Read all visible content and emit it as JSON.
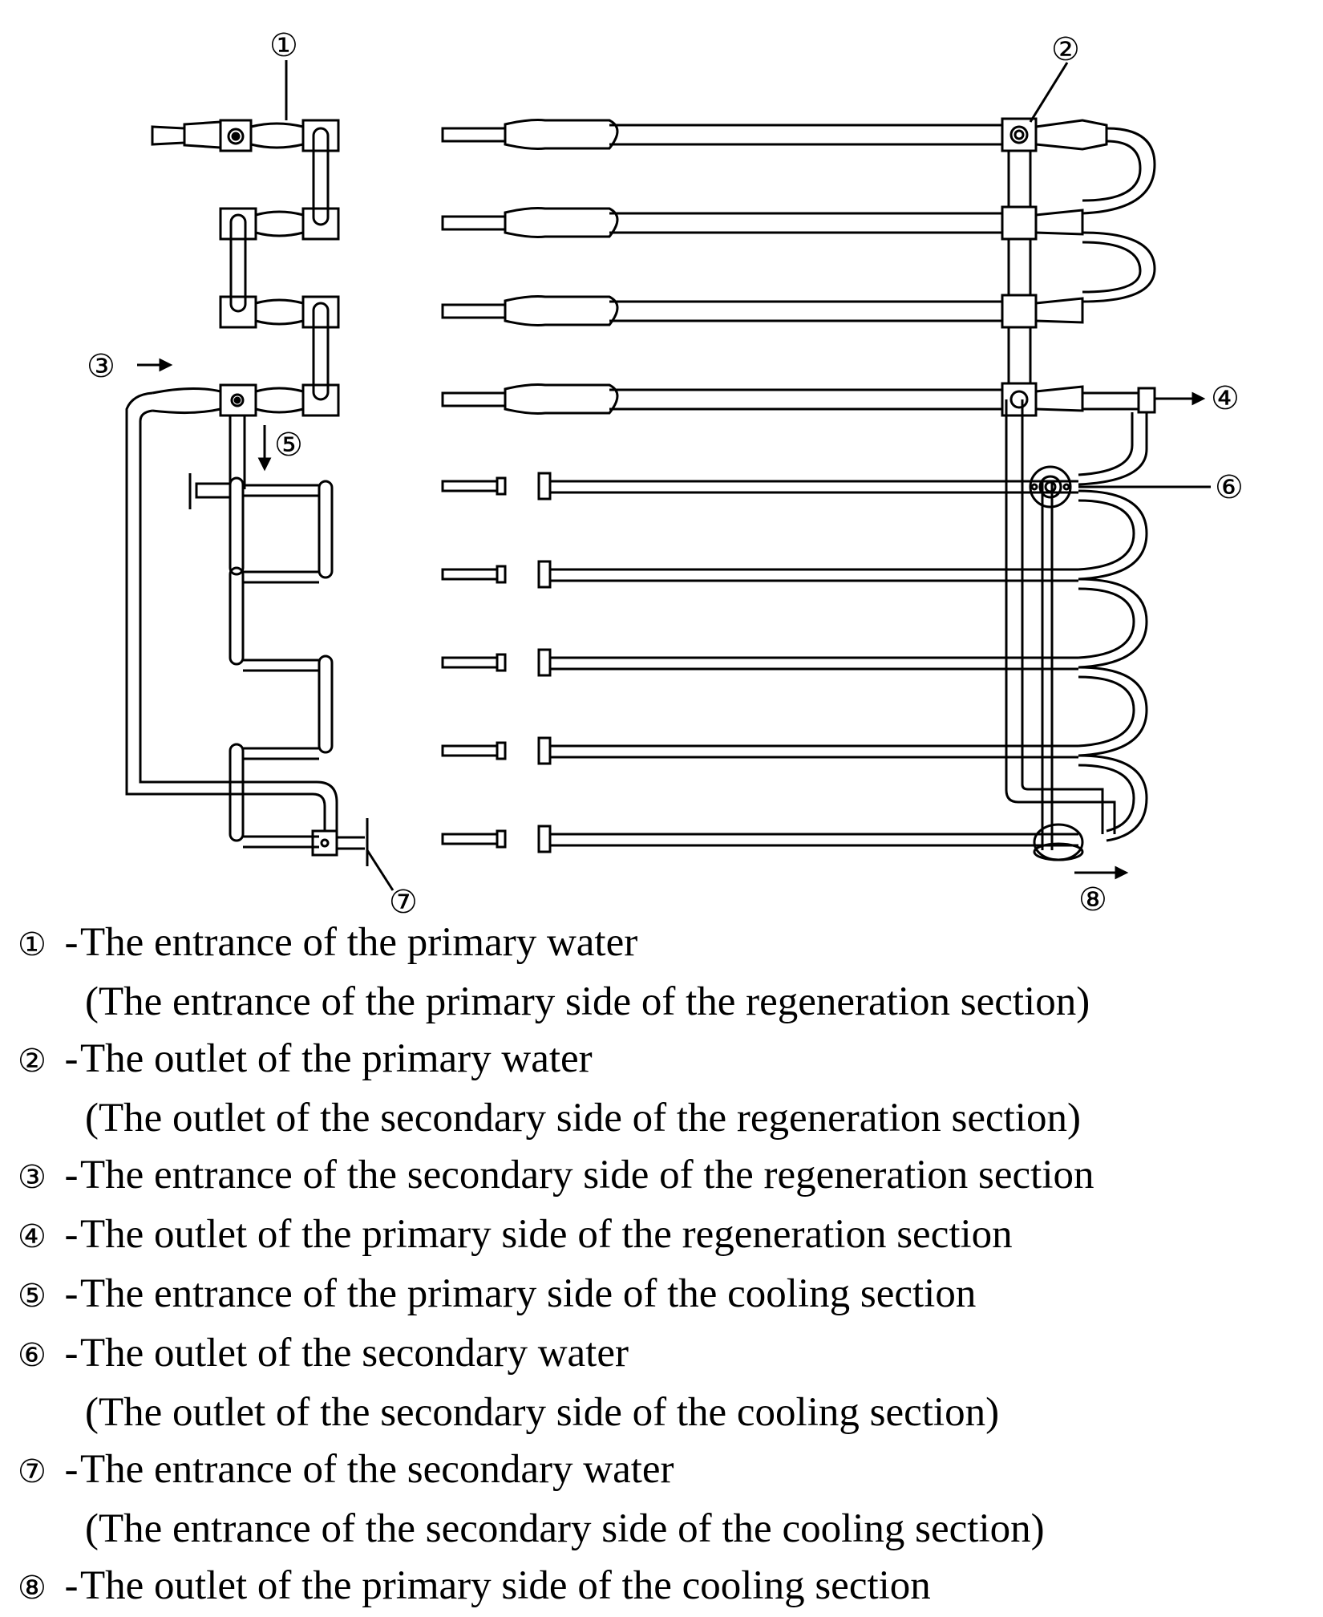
{
  "callouts": {
    "c1": "①",
    "c2": "②",
    "c3": "③",
    "c4": "④",
    "c5": "⑤",
    "c6": "⑥",
    "c7": "⑦",
    "c8": "⑧"
  },
  "legend": [
    {
      "num": "①",
      "text": "The entrance of the primary water",
      "sub": "(The entrance of the primary side of the regeneration section)"
    },
    {
      "num": "②",
      "text": "The outlet of the primary water",
      "sub": "(The outlet of the secondary side of the regeneration section)"
    },
    {
      "num": "③",
      "text": "The entrance of the secondary side of the regeneration section",
      "sub": ""
    },
    {
      "num": "④",
      "text": "The outlet of the primary side of the regeneration section",
      "sub": ""
    },
    {
      "num": "⑤",
      "text": "The entrance of the primary side of the cooling section",
      "sub": ""
    },
    {
      "num": "⑥",
      "text": "The outlet of the secondary water",
      "sub": "(The outlet of the secondary side of the cooling section)"
    },
    {
      "num": "⑦",
      "text": "The entrance of the secondary water",
      "sub": "(The entrance of the secondary side of the cooling section)"
    },
    {
      "num": "⑧",
      "text": "The outlet of the primary side of the cooling section",
      "sub": ""
    }
  ]
}
